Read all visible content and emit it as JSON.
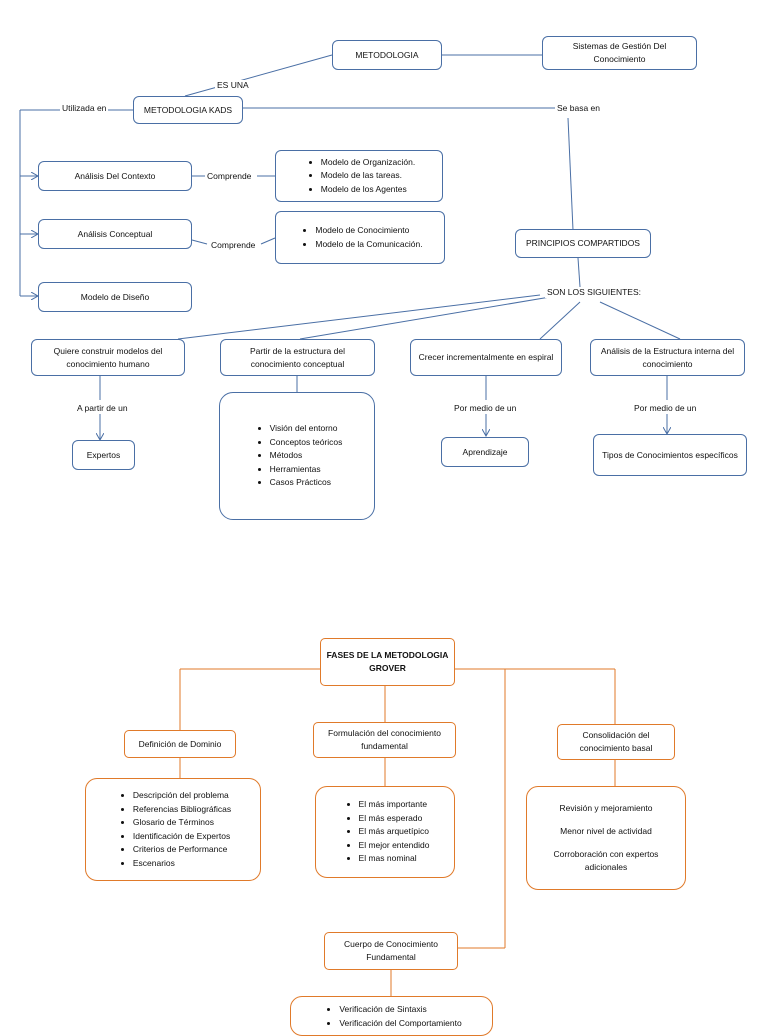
{
  "kads": {
    "metodologia": "METODOLOGIA",
    "sistemas": "Sistemas de Gestión Del Conocimiento",
    "es_una": "ES UNA",
    "kads": "METODOLOGIA KADS",
    "utilizada_en": "Utilizada en",
    "se_basa_en": "Se basa en",
    "analisis_contexto": "Análisis Del Contexto",
    "analisis_conceptual": "Análisis Conceptual",
    "modelo_diseno": "Modelo de Diseño",
    "comprende1": "Comprende",
    "comprende2": "Comprende",
    "contexto_items": [
      "Modelo de Organización.",
      "Modelo de las tareas.",
      "Modelo de los Agentes"
    ],
    "conceptual_items": [
      "Modelo de Conocimiento",
      "Modelo de la Comunicación."
    ],
    "principios": "PRINCIPIOS COMPARTIDOS",
    "son_los_siguientes": "SON LOS SIGUIENTES:",
    "p1": "Quiere construir modelos del conocimiento humano",
    "p2": "Partir de la estructura del conocimiento conceptual",
    "p3": "Crecer incrementalmente en espiral",
    "p4": "Análisis de la Estructura interna del conocimiento",
    "a_partir_de_un": "A partir de un",
    "por_medio_1": "Por medio de un",
    "por_medio_2": "Por medio de un",
    "expertos": "Expertos",
    "p2_items": [
      "Visión del entorno",
      "Conceptos teóricos",
      "Métodos",
      "Herramientas",
      "Casos Prácticos"
    ],
    "aprendizaje": "Aprendizaje",
    "tipos": "Tipos de Conocimientos específicos"
  },
  "grover": {
    "title": "FASES DE LA METODOLOGIA GROVER",
    "definicion": "Definición de Dominio",
    "formulacion": "Formulación del conocimiento fundamental",
    "consolidacion": "Consolidación del conocimiento basal",
    "definicion_items": [
      "Descripción del problema",
      "Referencias Bibliográficas",
      "Glosario de Términos",
      "Identificación de Expertos",
      "Criterios de Performance",
      "Escenarios"
    ],
    "formulacion_items": [
      "El más importante",
      "El más esperado",
      "El más arquetípico",
      "El mejor entendido",
      "El mas nominal"
    ],
    "consolidacion_items": [
      "Revisión y mejoramiento",
      "Menor nivel de actividad",
      "Corroboración con expertos adicionales"
    ],
    "cuerpo": "Cuerpo de Conocimiento Fundamental",
    "cuerpo_items": [
      "Verificación de Sintaxis",
      "Verificación del Comportamiento"
    ]
  }
}
